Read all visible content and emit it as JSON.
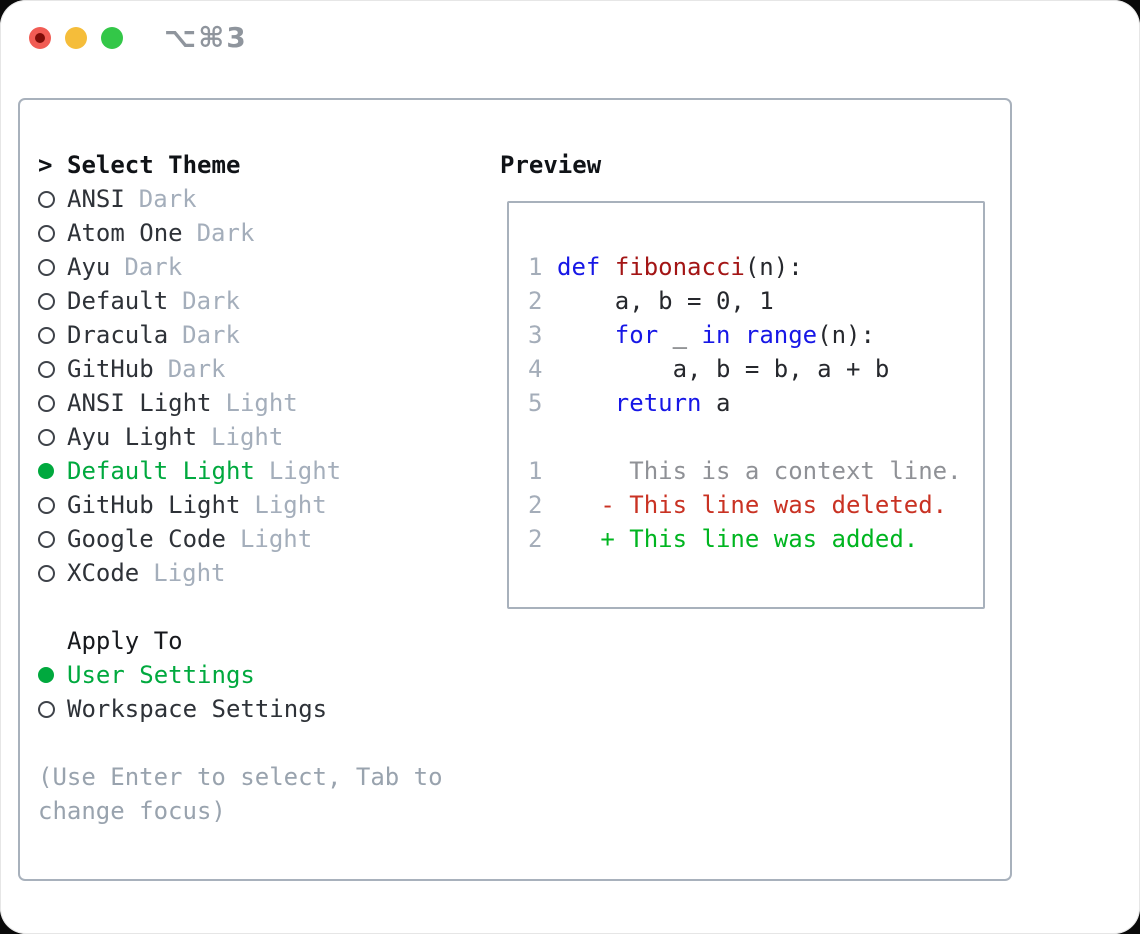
{
  "window": {
    "title": "⌥⌘3"
  },
  "colors": {
    "accent_green": "#00a93e",
    "keyword_blue": "#1717e6",
    "function_red": "#a31515",
    "diff_deleted_red": "#c93223",
    "diff_added_green": "#00b520",
    "context_gray": "#8f9196",
    "muted_gray": "#a4aebb",
    "line_number_gray": "#a4adb9",
    "hint_gray": "#99a3ae",
    "panel_border": "#a8b1bc",
    "traffic_red": "#f15c54",
    "traffic_yellow": "#f5bd3a",
    "traffic_green": "#33c748"
  },
  "theme_picker": {
    "header_prompt": ">",
    "header_label": "Select Theme",
    "themes": [
      {
        "name": "ANSI",
        "variant": "Dark",
        "selected": false
      },
      {
        "name": "Atom One",
        "variant": "Dark",
        "selected": false
      },
      {
        "name": "Ayu",
        "variant": "Dark",
        "selected": false
      },
      {
        "name": "Default",
        "variant": "Dark",
        "selected": false
      },
      {
        "name": "Dracula",
        "variant": "Dark",
        "selected": false
      },
      {
        "name": "GitHub",
        "variant": "Dark",
        "selected": false
      },
      {
        "name": "ANSI Light",
        "variant": "Light",
        "selected": false
      },
      {
        "name": "Ayu Light",
        "variant": "Light",
        "selected": false
      },
      {
        "name": "Default Light",
        "variant": "Light",
        "selected": true
      },
      {
        "name": "GitHub Light",
        "variant": "Light",
        "selected": false
      },
      {
        "name": "Google Code",
        "variant": "Light",
        "selected": false
      },
      {
        "name": "XCode",
        "variant": "Light",
        "selected": false
      }
    ],
    "apply_to_label": "Apply To",
    "apply_options": [
      {
        "name": "User Settings",
        "selected": true
      },
      {
        "name": "Workspace Settings",
        "selected": false
      }
    ],
    "hint_lines": [
      "(Use Enter to select, Tab to",
      "change focus)"
    ]
  },
  "preview": {
    "label": "Preview",
    "lines": [
      {
        "num": "1",
        "segments": [
          {
            "t": "def",
            "c": "kw"
          },
          {
            "t": " ",
            "c": "pl"
          },
          {
            "t": "fibonacci",
            "c": "fn"
          },
          {
            "t": "(n):",
            "c": "pl"
          }
        ]
      },
      {
        "num": "2",
        "segments": [
          {
            "t": "    a, b = 0, 1",
            "c": "pl"
          }
        ]
      },
      {
        "num": "3",
        "segments": [
          {
            "t": "    ",
            "c": "pl"
          },
          {
            "t": "for",
            "c": "kw"
          },
          {
            "t": " _ ",
            "c": "pl"
          },
          {
            "t": "in",
            "c": "kw"
          },
          {
            "t": " ",
            "c": "pl"
          },
          {
            "t": "range",
            "c": "kw"
          },
          {
            "t": "(n):",
            "c": "pl"
          }
        ]
      },
      {
        "num": "4",
        "segments": [
          {
            "t": "        a, b = b, a + b",
            "c": "pl"
          }
        ]
      },
      {
        "num": "5",
        "segments": [
          {
            "t": "    ",
            "c": "pl"
          },
          {
            "t": "return",
            "c": "kw"
          },
          {
            "t": " a",
            "c": "pl"
          }
        ]
      },
      {
        "num": "",
        "segments": []
      },
      {
        "num": "1",
        "segments": [
          {
            "t": "     This is a context line.",
            "c": "ctx"
          }
        ]
      },
      {
        "num": "2",
        "segments": [
          {
            "t": "   - This line was deleted.",
            "c": "del"
          }
        ]
      },
      {
        "num": "2",
        "segments": [
          {
            "t": "   + This line was added.",
            "c": "add"
          }
        ]
      }
    ]
  }
}
